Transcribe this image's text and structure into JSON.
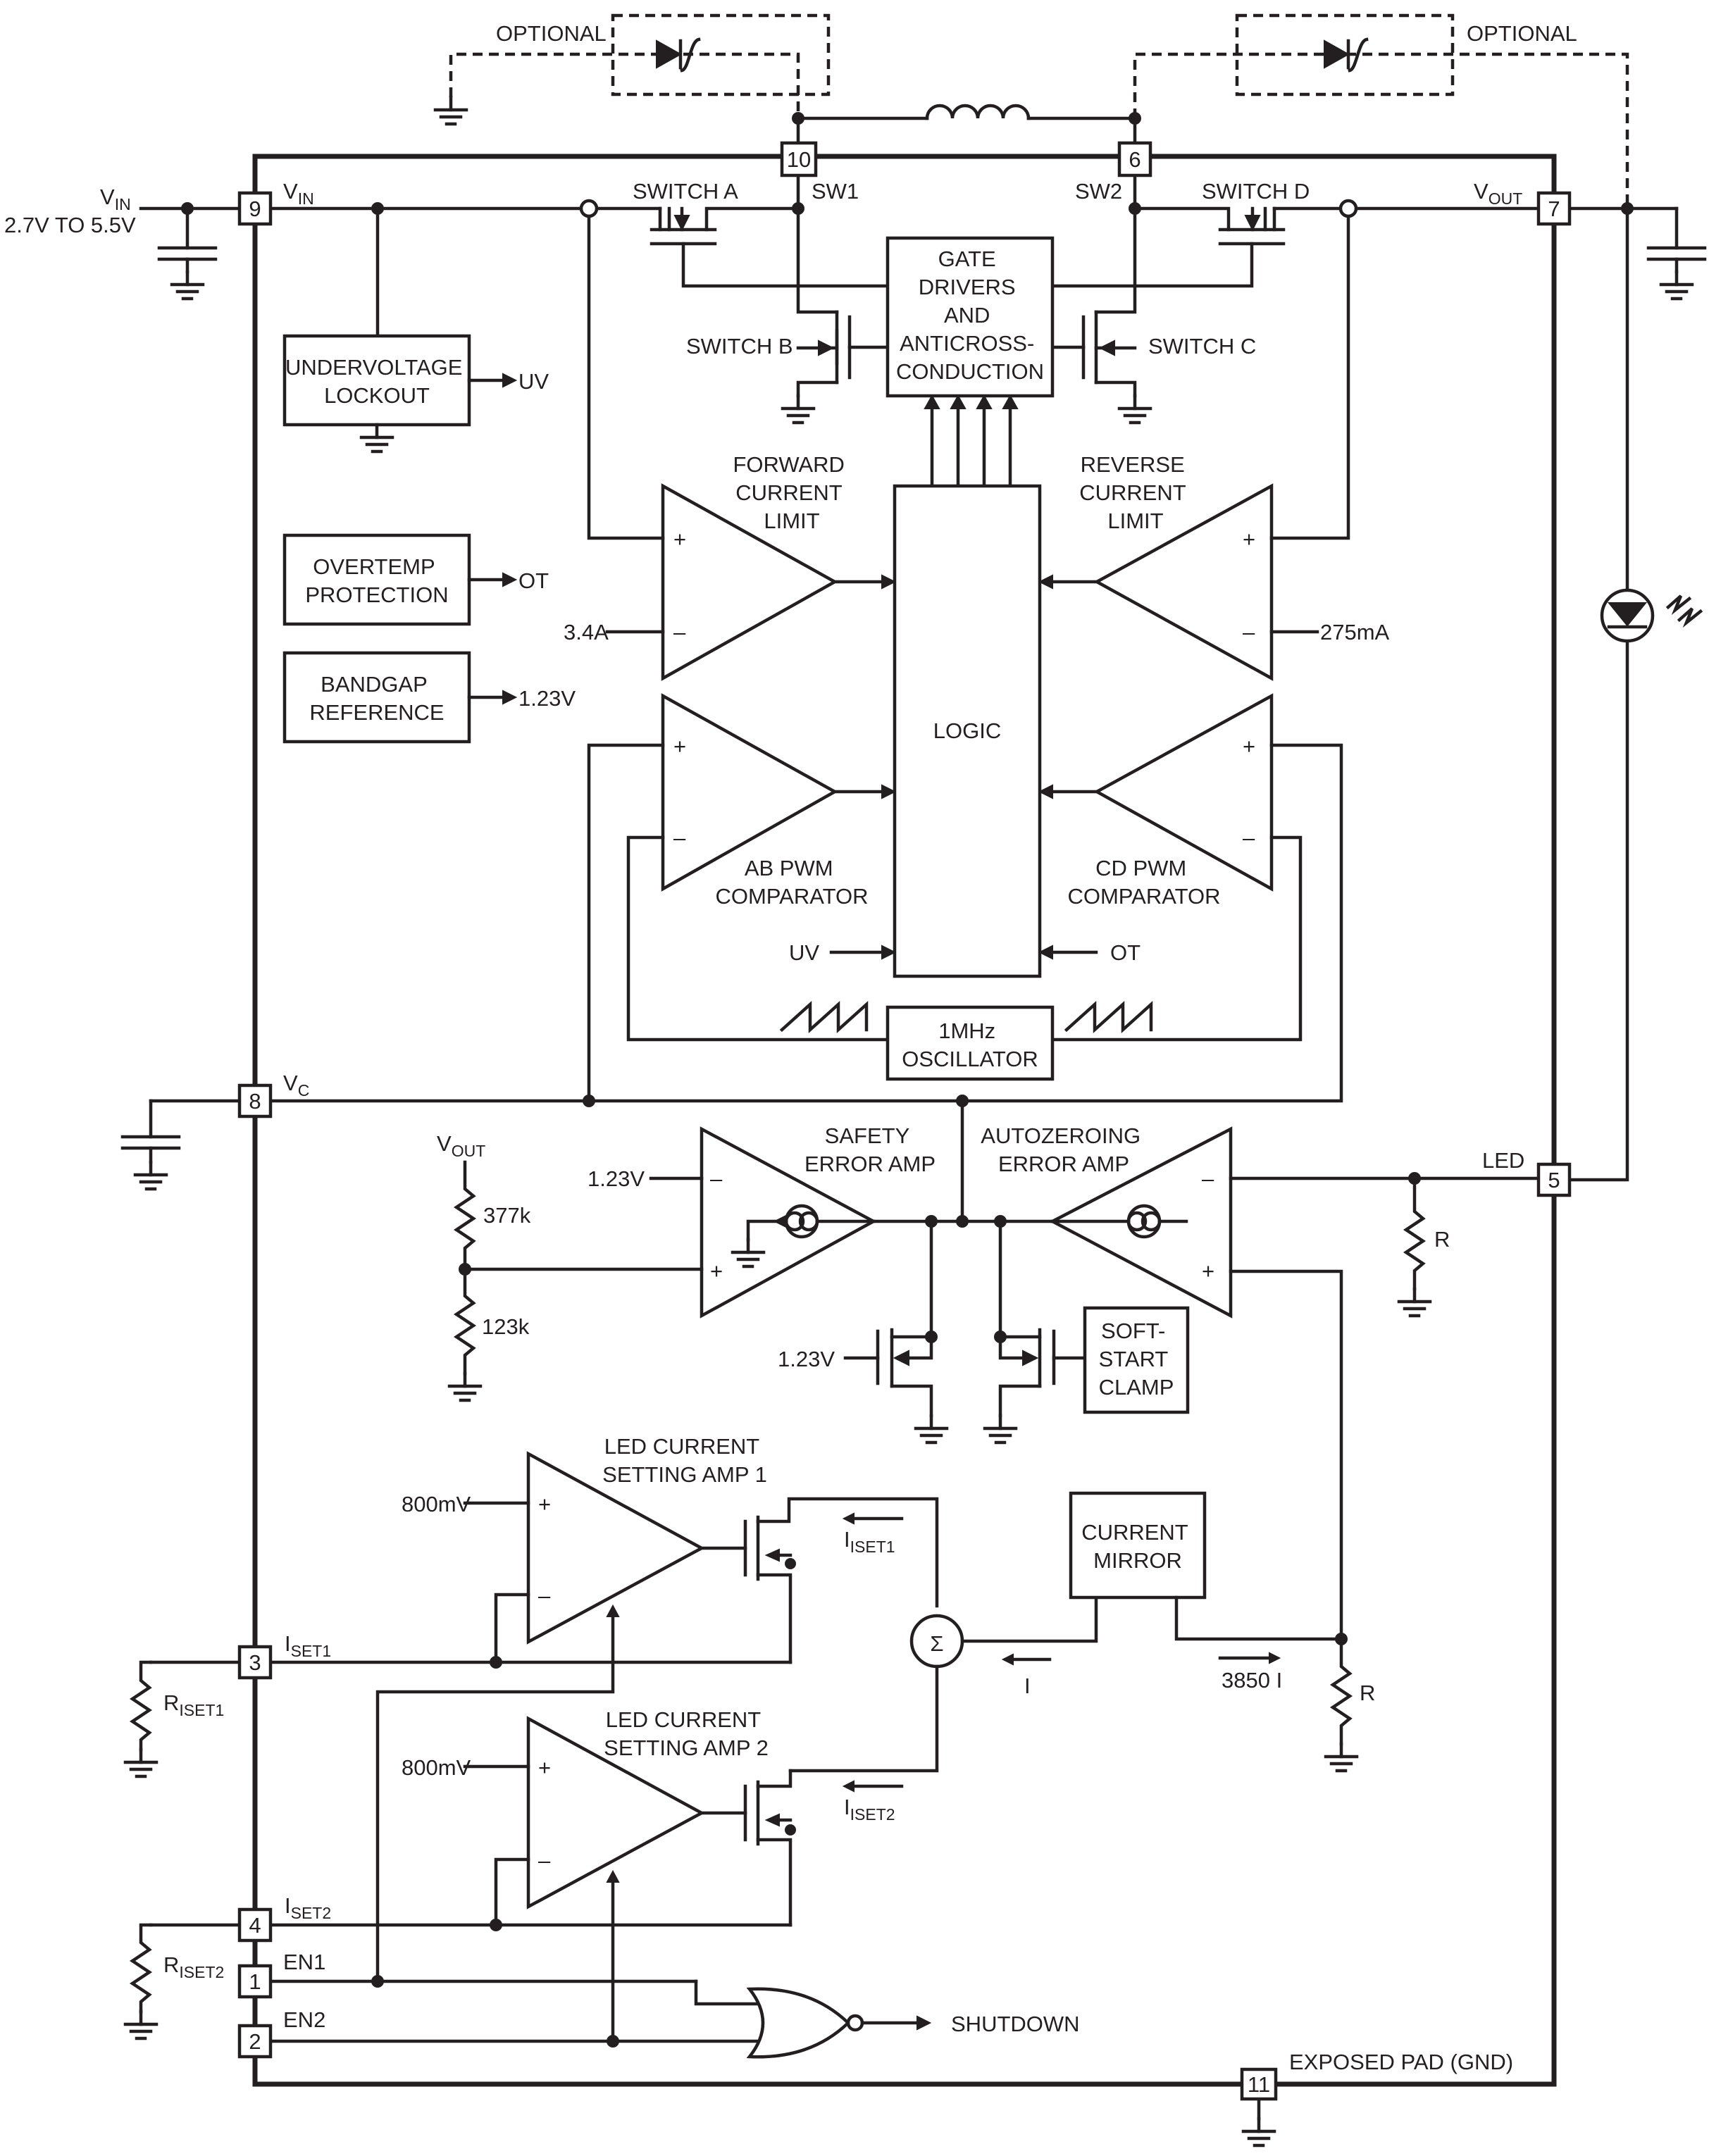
{
  "pins": {
    "p9": "9",
    "p10": "10",
    "p6": "6",
    "p7": "7",
    "p8": "8",
    "p5": "5",
    "p3": "3",
    "p4": "4",
    "p1": "1",
    "p2": "2",
    "p11": "11"
  },
  "labels": {
    "vin_main": "V",
    "vin_sub": "IN",
    "vin_range": "2.7V TO 5.5V",
    "vin_pin_main": "V",
    "vin_pin_sub": "IN",
    "vout_main": "V",
    "vout_sub": "OUT",
    "vc_main": "V",
    "vc_sub": "C",
    "vout_div_main": "V",
    "vout_div_sub": "OUT",
    "sw1": "SW1",
    "sw2": "SW2",
    "switch_a": "SWITCH A",
    "switch_b": "SWITCH B",
    "switch_c": "SWITCH C",
    "switch_d": "SWITCH D",
    "optional_left": "OPTIONAL",
    "optional_right": "OPTIONAL",
    "led_pin": "LED",
    "iset1_main": "I",
    "iset1_sub": "SET1",
    "iset2_main": "I",
    "iset2_sub": "SET2",
    "en1": "EN1",
    "en2": "EN2",
    "exposed_pad": "EXPOSED PAD (GND)",
    "riset1_main": "R",
    "riset1_sub": "ISET1",
    "riset2_main": "R",
    "riset2_sub": "ISET2",
    "r_led": "R",
    "r_mirror": "R",
    "r377k": "377k",
    "r123k": "123k",
    "uv_out": "UV",
    "ot_out": "OT",
    "vref_out": "1.23V",
    "fcl_ref": "3.4A",
    "rcl_ref": "275mA",
    "uv_in": "UV",
    "ot_in": "OT",
    "safety_ref": "1.23V",
    "fet_gate_ref": "1.23V",
    "ref800_1": "800mV",
    "ref800_2": "800mV",
    "i_iset1_main": "I",
    "i_iset1_sub": "ISET1",
    "i_iset2_main": "I",
    "i_iset2_sub": "ISET2",
    "i_current": "I",
    "i_3850": "3850 I",
    "shutdown": "SHUTDOWN",
    "sigma": "Σ",
    "plus": "+",
    "minus": "–"
  },
  "blocks": {
    "gate_drivers": [
      "GATE",
      "DRIVERS",
      "AND",
      "ANTICROSS-",
      "CONDUCTION"
    ],
    "uvlo": [
      "UNDERVOLTAGE",
      "LOCKOUT"
    ],
    "overtemp": [
      "OVERTEMP",
      "PROTECTION"
    ],
    "bandgap": [
      "BANDGAP",
      "REFERENCE"
    ],
    "logic": "LOGIC",
    "oscillator": [
      "1MHz",
      "OSCILLATOR"
    ],
    "soft_start": [
      "SOFT-",
      "START",
      "CLAMP"
    ],
    "current_mirror": [
      "CURRENT",
      "MIRROR"
    ],
    "forward_cl": [
      "FORWARD",
      "CURRENT",
      "LIMIT"
    ],
    "reverse_cl": [
      "REVERSE",
      "CURRENT",
      "LIMIT"
    ],
    "ab_pwm": [
      "AB PWM",
      "COMPARATOR"
    ],
    "cd_pwm": [
      "CD PWM",
      "COMPARATOR"
    ],
    "safety_amp": [
      "SAFETY",
      "ERROR AMP"
    ],
    "autozero_amp": [
      "AUTOZEROING",
      "ERROR AMP"
    ],
    "led_amp1": [
      "LED CURRENT",
      "SETTING AMP 1"
    ],
    "led_amp2": [
      "LED CURRENT",
      "SETTING AMP 2"
    ]
  }
}
